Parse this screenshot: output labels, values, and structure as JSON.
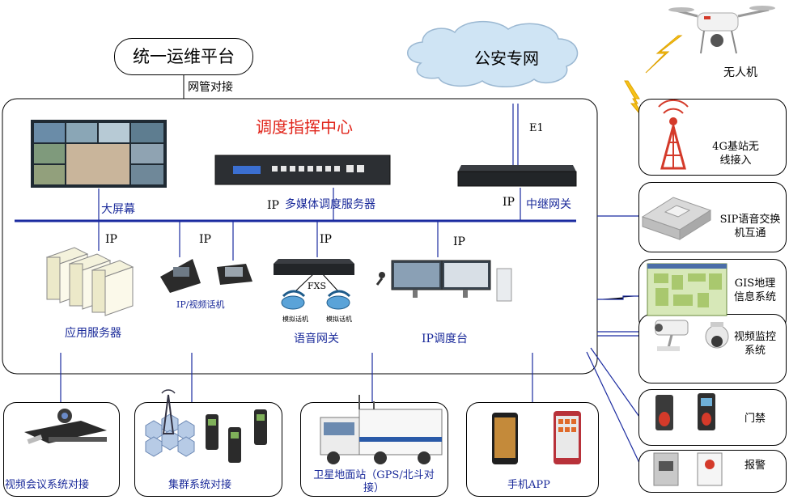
{
  "platform": {
    "title": "统一运维平台",
    "link_label": "网管对接"
  },
  "cloud": {
    "label": "公安专网"
  },
  "center": {
    "title": "调度指挥中心",
    "e1_label": "E1",
    "big_screen": "大屏幕",
    "ip": "IP",
    "media_server": "多媒体调度服务器",
    "trunk_gateway": "中继网关",
    "app_server": "应用服务器",
    "video_phone": "IP/视频话机",
    "fxs": "FXS",
    "analog_phone": "模拟话机",
    "voice_gateway": "语音网关",
    "ip_console": "IP调度台"
  },
  "right_systems": [
    {
      "label": "无人机"
    },
    {
      "label": "4G基站无线接入"
    },
    {
      "label": "SIP语音交换机互通"
    },
    {
      "label": "GIS地理信息系统"
    },
    {
      "label": "视频监控系统"
    },
    {
      "label": "门禁"
    },
    {
      "label": "报警"
    }
  ],
  "bottom_systems": [
    {
      "label": "视频会议系统对接"
    },
    {
      "label": "集群系统对接"
    },
    {
      "label": "卫星地面站（GPS/北斗对接）"
    },
    {
      "label": "手机APP"
    }
  ],
  "colors": {
    "bus": "#1b2ba0",
    "accent_red": "#e1261c",
    "cloud_fill": "#cfe4f4"
  }
}
